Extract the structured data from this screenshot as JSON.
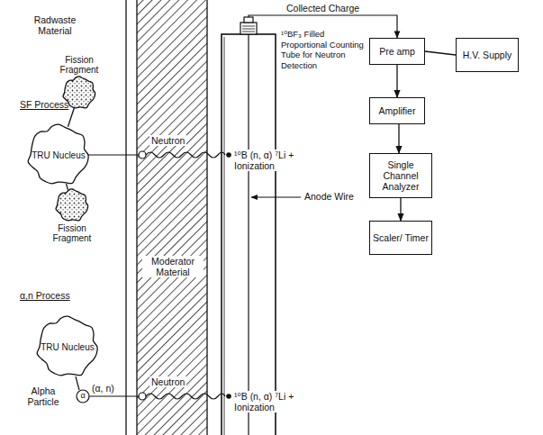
{
  "diagram": {
    "nodes": [
      {
        "text": [
          "Fission Fragment"
        ]
      },
      {
        "text": [
          "TRU Nucleus"
        ]
      },
      {
        "text": [
          "Fission Fragment"
        ]
      },
      {
        "text": [
          "TRU Nucleus"
        ]
      },
      {
        "text": [
          "Pre amp"
        ]
      },
      {
        "text": [
          "H.V. Supply"
        ]
      },
      {
        "text": [
          "Amplifier"
        ]
      },
      {
        "text": [
          "Single Channel Analyzer"
        ]
      },
      {
        "text": [
          "Scaler/ Timer"
        ]
      }
    ],
    "edges": [
      {
        "from": 1,
        "to": 0,
        "arrow": "none"
      },
      {
        "from": 1,
        "to": 2,
        "arrow": "none"
      },
      {
        "from": 5,
        "to": 4,
        "arrow": "none"
      },
      {
        "from": 4,
        "to": 6,
        "arrow": "to"
      },
      {
        "from": 6,
        "to": 7,
        "arrow": "to"
      },
      {
        "from": 7,
        "to": 8,
        "arrow": "to"
      }
    ],
    "labels": [
      "Radwaste Material",
      "SF Process",
      "Neutron",
      "Moderator Material",
      "¹⁰B (n, α) ⁷Li + Ionization",
      "α,n Process",
      "Alpha Particle",
      "α",
      "(α, n)",
      "Neutron",
      "¹⁰B (n, α) ⁷Li + Ionization",
      "Collected Charge",
      "¹⁰BF₃ Filled Proportional Counting Tube for Neutron Detection",
      "Anode Wire"
    ]
  }
}
